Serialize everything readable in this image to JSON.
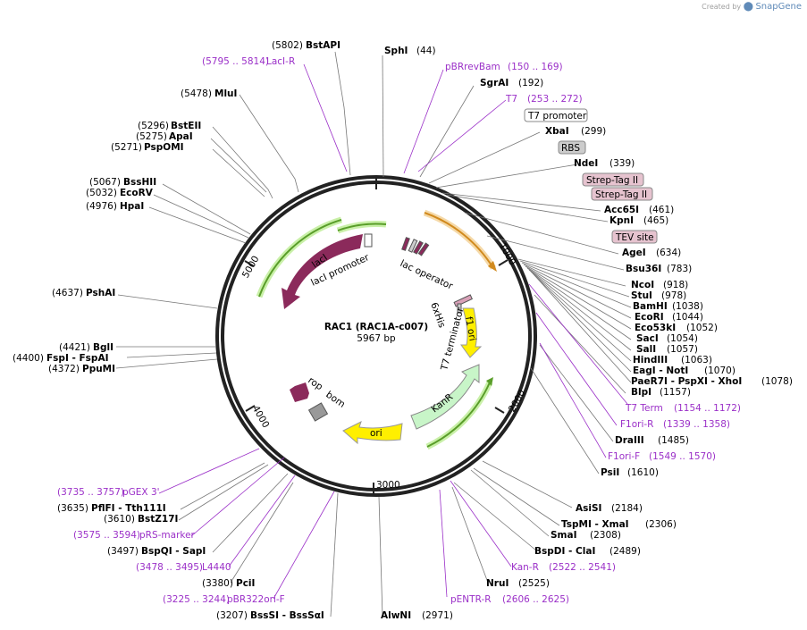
{
  "brand": {
    "created_by": "Created by",
    "app_name": "SnapGene"
  },
  "plasmid": {
    "name": "RAC1 (RAC1A-c007)",
    "length_label": "5967 bp"
  },
  "ticks": [
    "1000",
    "2000",
    "3000",
    "4000",
    "5000"
  ],
  "features": [
    "lacI",
    "lacI promoter",
    "lac operator",
    "6xHis",
    "T7 terminator",
    "f1 ori",
    "KanR",
    "ori",
    "rop",
    "bom"
  ],
  "boxed_labels": [
    "T7 promoter",
    "RBS",
    "Strep-Tag II",
    "Strep-Tag II",
    "TEV site"
  ],
  "sites": [
    {
      "pos": "(5802)",
      "name": "BstAPI"
    },
    {
      "pos": "(44)",
      "name": "SphI"
    },
    {
      "pos": "(5478)",
      "name": "MluI"
    },
    {
      "pos": "(192)",
      "name": "SgrAI"
    },
    {
      "pos": "(299)",
      "name": "XbaI"
    },
    {
      "pos": "(5296)",
      "name": "BstEII"
    },
    {
      "pos": "(5275)",
      "name": "ApaI"
    },
    {
      "pos": "(5271)",
      "name": "PspOMI"
    },
    {
      "pos": "(339)",
      "name": "NdeI"
    },
    {
      "pos": "(5067)",
      "name": "BssHII"
    },
    {
      "pos": "(5032)",
      "name": "EcoRV"
    },
    {
      "pos": "(4976)",
      "name": "HpaI"
    },
    {
      "pos": "(461)",
      "name": "Acc65I"
    },
    {
      "pos": "(465)",
      "name": "KpnI"
    },
    {
      "pos": "(634)",
      "name": "AgeI"
    },
    {
      "pos": "(783)",
      "name": "Bsu36I"
    },
    {
      "pos": "(4637)",
      "name": "PshAI"
    },
    {
      "pos": "(918)",
      "name": "NcoI"
    },
    {
      "pos": "(978)",
      "name": "StuI"
    },
    {
      "pos": "(1038)",
      "name": "BamHI"
    },
    {
      "pos": "(1044)",
      "name": "EcoRI"
    },
    {
      "pos": "(1052)",
      "name": "Eco53kI"
    },
    {
      "pos": "(1054)",
      "name": "SacI"
    },
    {
      "pos": "(1057)",
      "name": "SalI"
    },
    {
      "pos": "(1063)",
      "name": "HindIII"
    },
    {
      "pos": "(4421)",
      "name": "BglI"
    },
    {
      "pos": "(4400)",
      "name": "FspI - FspAI"
    },
    {
      "pos": "(4372)",
      "name": "PpuMI"
    },
    {
      "pos": "(1070)",
      "name": "EagI - NotI"
    },
    {
      "pos": "(1078)",
      "name": "PaeR7I - PspXI - XhoI"
    },
    {
      "pos": "(1157)",
      "name": "BlpI"
    },
    {
      "pos": "(1485)",
      "name": "DraIII"
    },
    {
      "pos": "(1610)",
      "name": "PsiI"
    },
    {
      "pos": "(2184)",
      "name": "AsiSI"
    },
    {
      "pos": "(2306)",
      "name": "TspMI - XmaI"
    },
    {
      "pos": "(2308)",
      "name": "SmaI"
    },
    {
      "pos": "(3635)",
      "name": "PflFI - Tth111I"
    },
    {
      "pos": "(3610)",
      "name": "BstZ17I"
    },
    {
      "pos": "(2489)",
      "name": "BspDI - ClaI"
    },
    {
      "pos": "(3497)",
      "name": "BspQI - SapI"
    },
    {
      "pos": "(2525)",
      "name": "NruI"
    },
    {
      "pos": "(3380)",
      "name": "PciI"
    },
    {
      "pos": "(3207)",
      "name": "BssSI - BssSαI"
    },
    {
      "pos": "(2971)",
      "name": "AlwNI"
    }
  ],
  "primers": [
    {
      "name": "LacI-R",
      "range": "(5795 .. 5814)"
    },
    {
      "name": "pBRrevBam",
      "range": "(150 .. 169)"
    },
    {
      "name": "T7",
      "range": "(253 .. 272)"
    },
    {
      "name": "T7 Term",
      "range": "(1154 .. 1172)"
    },
    {
      "name": "F1ori-R",
      "range": "(1339 .. 1358)"
    },
    {
      "name": "F1ori-F",
      "range": "(1549 .. 1570)"
    },
    {
      "name": "pGEX 3'",
      "range": "(3735 .. 3757)"
    },
    {
      "name": "pRS-marker",
      "range": "(3575 .. 3594)"
    },
    {
      "name": "L4440",
      "range": "(3478 .. 3495)"
    },
    {
      "name": "pBR322ori-F",
      "range": "(3225 .. 3244)"
    },
    {
      "name": "Kan-R",
      "range": "(2522 .. 2541)"
    },
    {
      "name": "pENTR-R",
      "range": "(2606 .. 2625)"
    }
  ]
}
